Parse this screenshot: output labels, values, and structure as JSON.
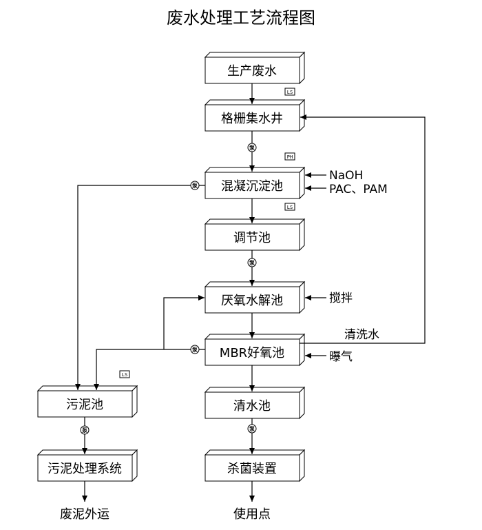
{
  "title": "废水处理工艺流程图",
  "boxes": {
    "raw_wastewater": "生产废水",
    "grid_well": "格栅集水井",
    "coag_tank": "混凝沉淀池",
    "equalization": "调节池",
    "hydrolysis": "厌氧水解池",
    "mbr": "MBR好氧池",
    "clear_water": "清水池",
    "disinfection": "杀菌装置",
    "sludge_tank": "污泥池",
    "sludge_system": "污泥处理系统"
  },
  "inputs": {
    "naoh": "NaOH",
    "pac_pam": "PAC、PAM",
    "stirring": "搅拌",
    "aeration": "曝气",
    "wash_water": "清洗水"
  },
  "outputs": {
    "sludge_out": "废泥外运",
    "use_point": "使用点"
  },
  "instruments": {
    "ls": "LS",
    "ph": "PH"
  },
  "pump_symbol": "泵"
}
